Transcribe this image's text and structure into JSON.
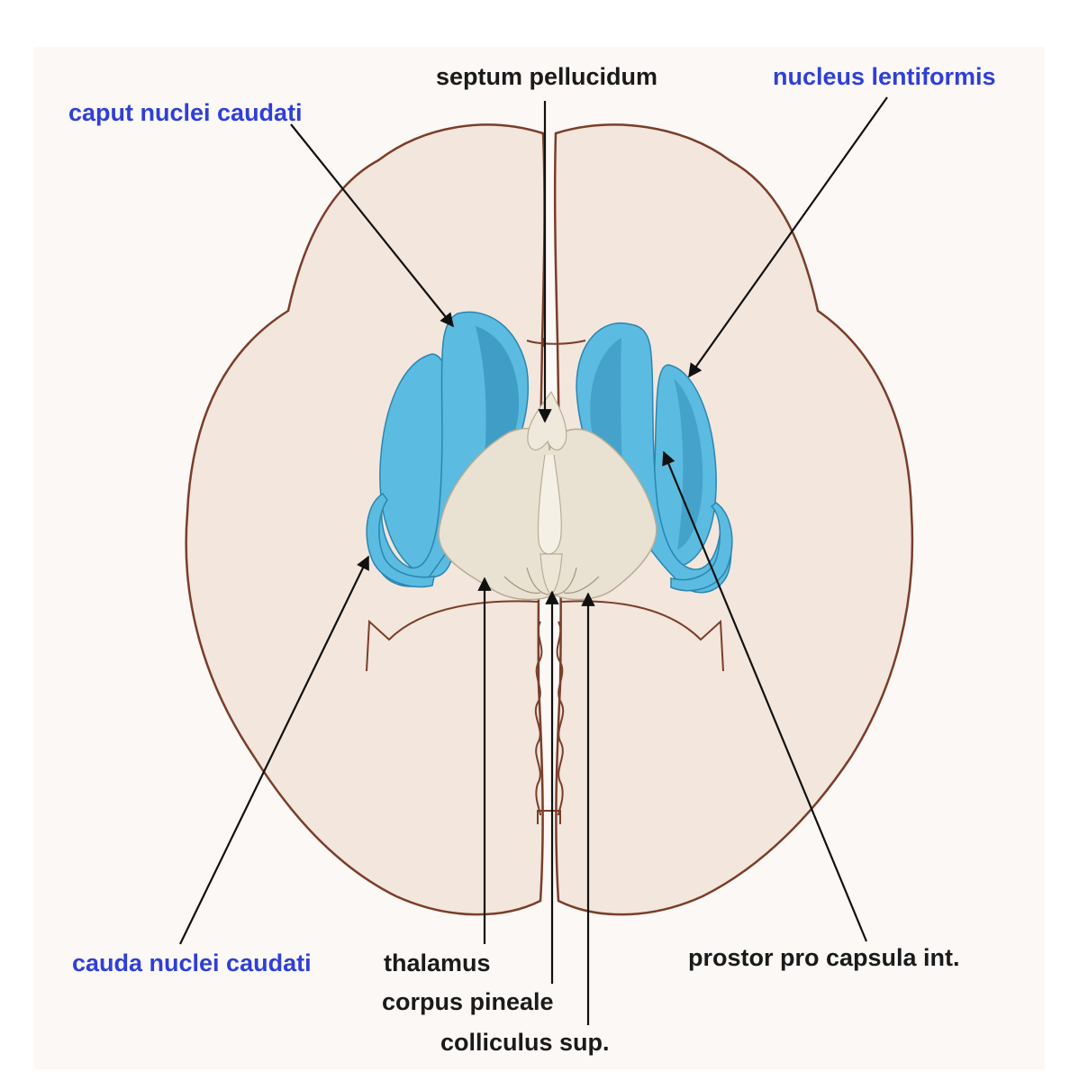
{
  "labels": {
    "septum": "septum pellucidum",
    "caput": "caput nuclei caudati",
    "lentiformis": "nucleus lentiformis",
    "cauda": "cauda nuclei caudati",
    "thalamus": "thalamus",
    "pineale": "corpus pineale",
    "colliculus": "colliculus sup.",
    "capsula": "prostor pro capsula int."
  },
  "colors": {
    "background": "#ffffff",
    "panel": "#fbf8f5",
    "brain_fill": "#f3e6dc",
    "brain_outline": "#7a3e2a",
    "nucleus_blue": "#5bbbe0",
    "nucleus_dark": "#2a86b0",
    "thalamus_fill": "#e9e2d2",
    "blue_label": "#2f3fd6",
    "black_label": "#1a1a1a"
  }
}
